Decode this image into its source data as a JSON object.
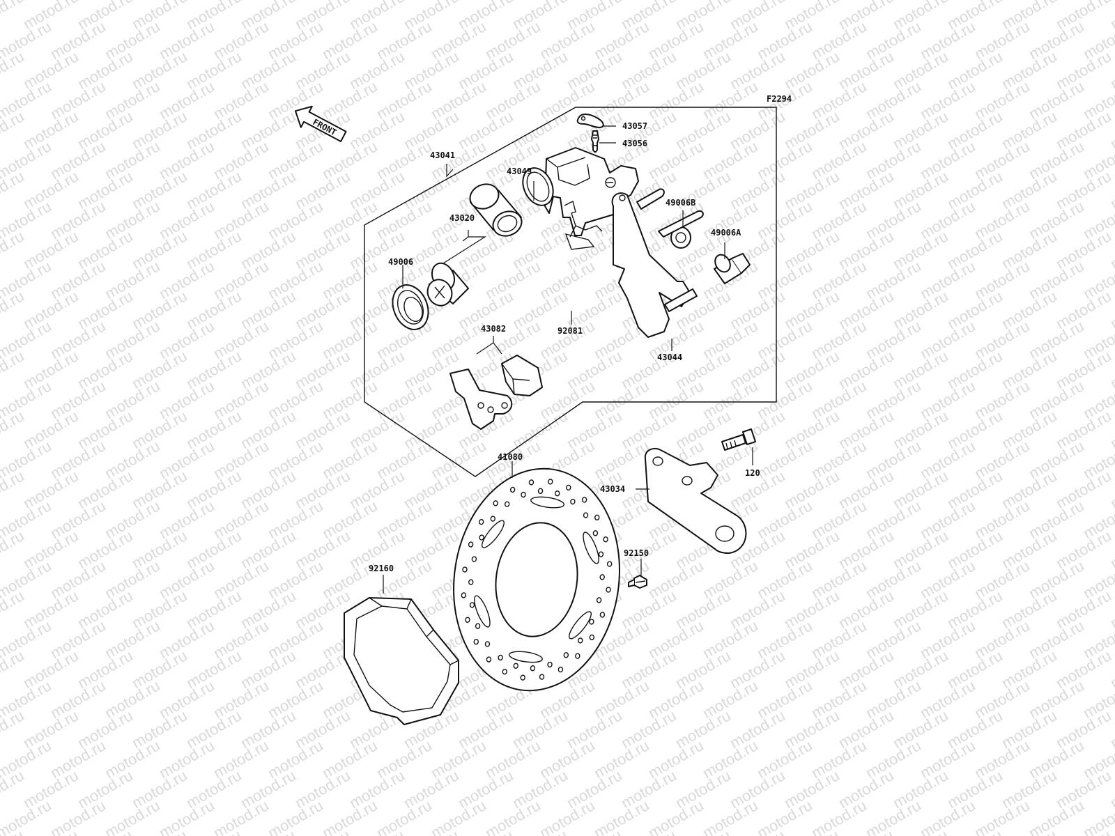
{
  "diagram_code": "F2294",
  "front_arrow": {
    "label": "FRONT",
    "icon": "front-arrow-icon"
  },
  "watermark": {
    "text": "motod.ru",
    "color": "#d9d9d9"
  },
  "parts": [
    {
      "id": "p43057",
      "number": "43057"
    },
    {
      "id": "p43056",
      "number": "43056"
    },
    {
      "id": "p43041",
      "number": "43041"
    },
    {
      "id": "p43049",
      "number": "43049"
    },
    {
      "id": "p49006B",
      "number": "49006B"
    },
    {
      "id": "p43020",
      "number": "43020"
    },
    {
      "id": "p49006A",
      "number": "49006A"
    },
    {
      "id": "p49006",
      "number": "49006"
    },
    {
      "id": "p43082",
      "number": "43082"
    },
    {
      "id": "p92081",
      "number": "92081"
    },
    {
      "id": "p43044",
      "number": "43044"
    },
    {
      "id": "p41080",
      "number": "41080"
    },
    {
      "id": "p120",
      "number": "120"
    },
    {
      "id": "p43034",
      "number": "43034"
    },
    {
      "id": "p92150",
      "number": "92150"
    },
    {
      "id": "p92160",
      "number": "92160"
    }
  ]
}
